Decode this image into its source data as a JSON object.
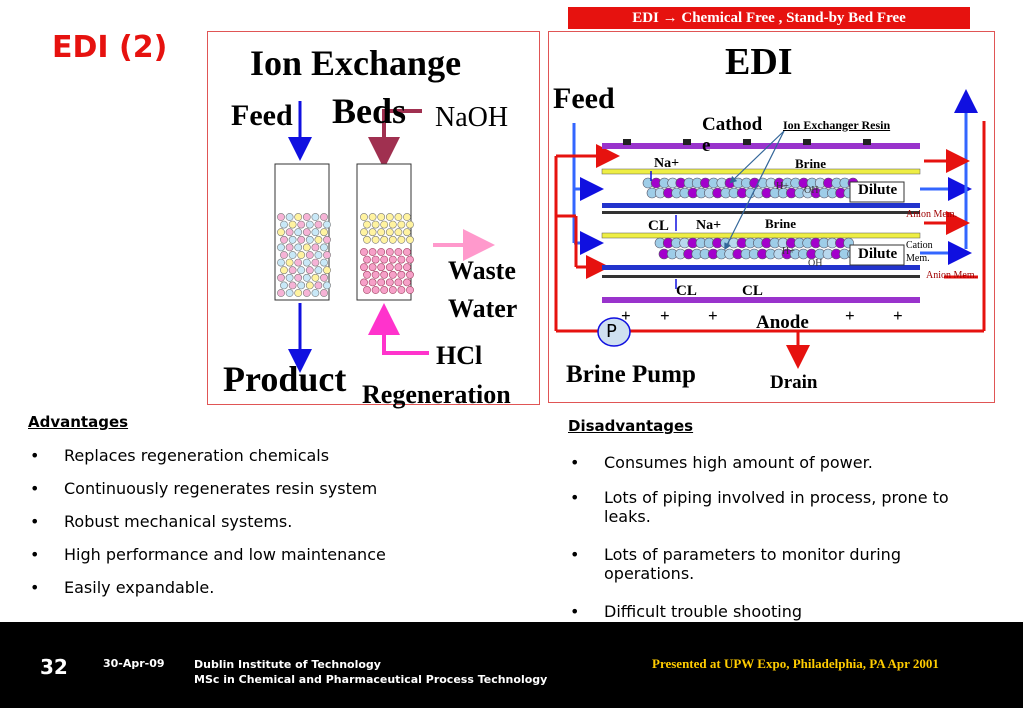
{
  "header": {
    "tagline": "EDI → Chemical Free , Stand-by Bed Free",
    "slide_title": "EDI (2)"
  },
  "ion_exchange": {
    "title_line1": "Ion Exchange",
    "title_line2": "Beds",
    "feed": "Feed",
    "naoh": "NaOH",
    "waste_line1": "Waste",
    "waste_line2": "Water",
    "hcl": "HCl",
    "product": "Product",
    "regeneration": "Regeneration"
  },
  "edi": {
    "title": "EDI",
    "feed": "Feed",
    "cathode": "Cathod e",
    "resin": "Ion Exchanger Resin",
    "na1": "Na+",
    "brine1": "Brine",
    "dilute1": "Dilute",
    "anion1": "Anion Mem.",
    "cl1": "CL",
    "na2": "Na+",
    "brine2": "Brine",
    "cation": "Cation Mem.",
    "dilute2": "Dilute",
    "anion2": "Anion Mem.",
    "cl2": "CL",
    "cl3": "CL",
    "plus": "+",
    "anode": "Anode",
    "pump_letter": "P",
    "brine_pump": "Brine Pump",
    "drain": "Drain",
    "h_plus": "H+",
    "oh_minus": "OH"
  },
  "advantages": {
    "heading": "Advantages",
    "items": [
      "Replaces regeneration chemicals",
      "Continuously regenerates resin system",
      "Robust mechanical systems.",
      "High performance and low maintenance",
      "Easily expandable."
    ]
  },
  "disadvantages": {
    "heading": "Disadvantages",
    "items": [
      "Consumes high amount of power.",
      "Lots of piping involved in process, prone to leaks.",
      "Lots of parameters to monitor during operations.",
      "Difficult trouble shooting"
    ]
  },
  "footer": {
    "page_number": "32",
    "date": "30-Apr-09",
    "institute": "Dublin Institute of Technology",
    "course": "MSc in Chemical and Pharmaceutical Process Technology",
    "presented": "Presented at UPW Expo, Philadelphia, PA Apr 2001"
  },
  "colors": {
    "accent_red": "#e6120f",
    "arrow_blue": "#1010e0",
    "membrane_purple": "#9933cc",
    "footer_bg": "#000000",
    "footer_highlight": "#ffcc00"
  }
}
